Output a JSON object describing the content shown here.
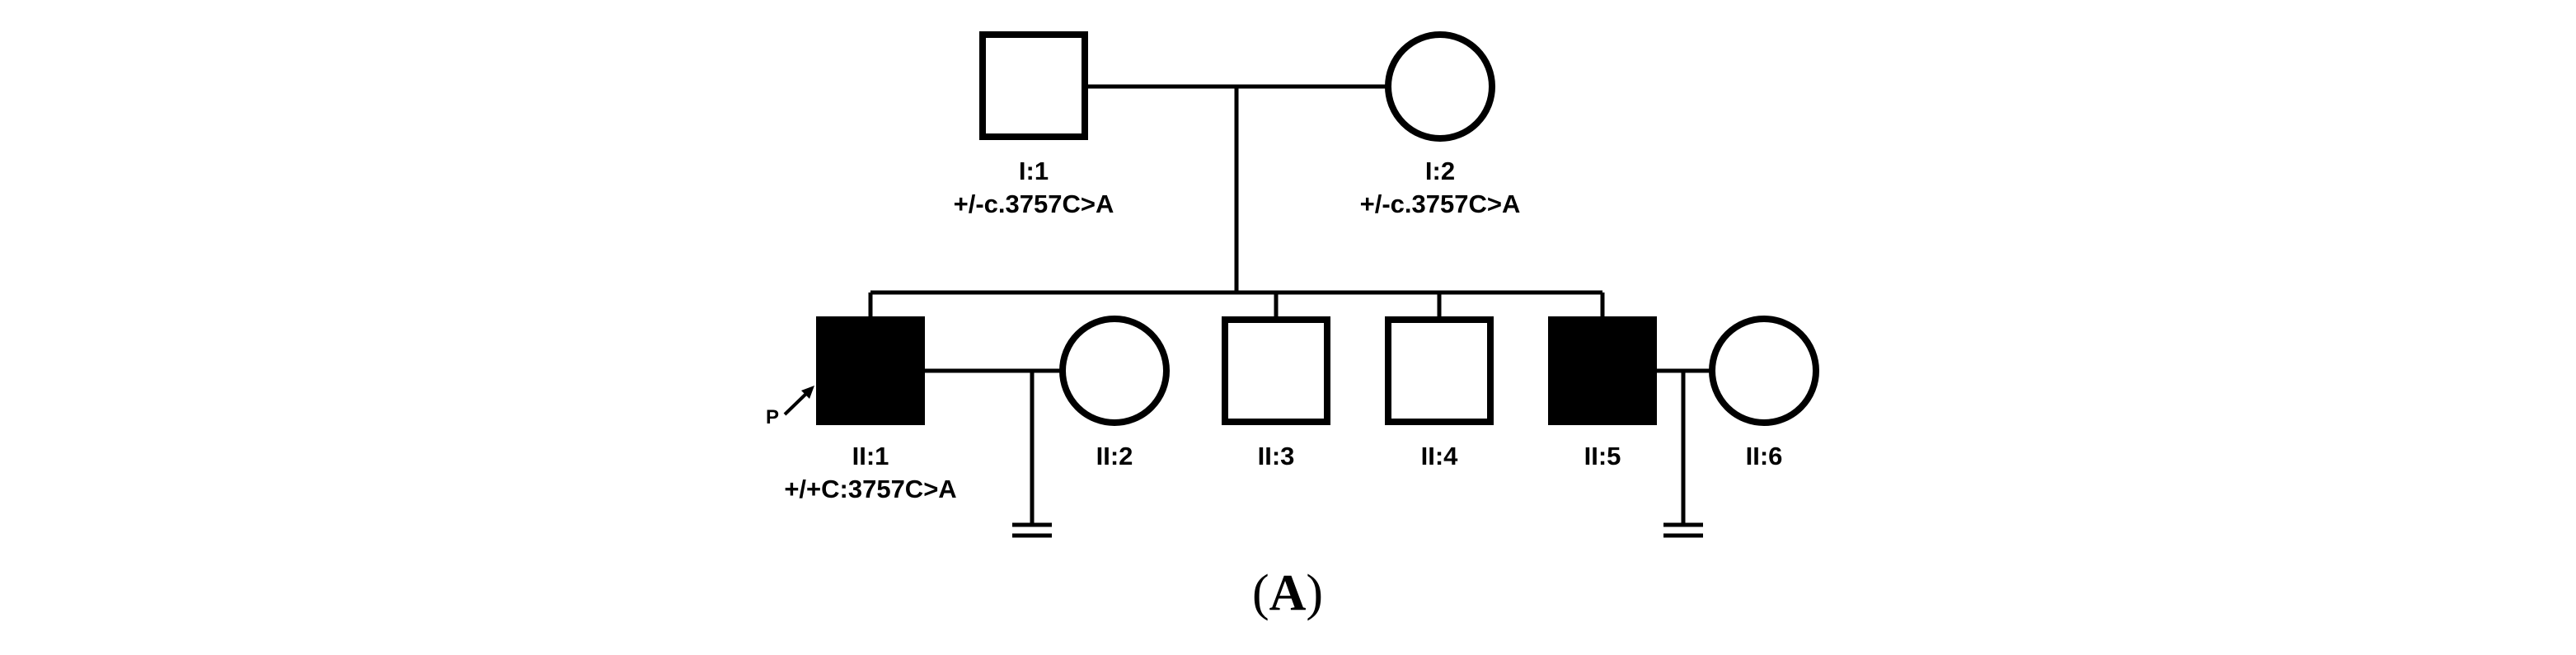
{
  "colors": {
    "stroke": "#000000",
    "affected_fill": "#000000",
    "unaffected_fill": "#ffffff"
  },
  "generation_1": [
    {
      "id": "I:1",
      "sex": "male",
      "affected": false,
      "genotype": "+/-c.3757C>A"
    },
    {
      "id": "I:2",
      "sex": "female",
      "affected": false,
      "genotype": "+/-c.3757C>A"
    }
  ],
  "generation_2": [
    {
      "id": "II:1",
      "sex": "male",
      "affected": true,
      "proband": true,
      "genotype": "+/+C:3757C>A"
    },
    {
      "id": "II:2",
      "sex": "female",
      "affected": false,
      "genotype": ""
    },
    {
      "id": "II:3",
      "sex": "male",
      "affected": false,
      "genotype": ""
    },
    {
      "id": "II:4",
      "sex": "male",
      "affected": false,
      "genotype": ""
    },
    {
      "id": "II:5",
      "sex": "male",
      "affected": true,
      "genotype": ""
    },
    {
      "id": "II:6",
      "sex": "female",
      "affected": false,
      "genotype": ""
    }
  ],
  "proband_marker": "P",
  "caption": {
    "open": "(",
    "letter": "A",
    "close": ")"
  }
}
